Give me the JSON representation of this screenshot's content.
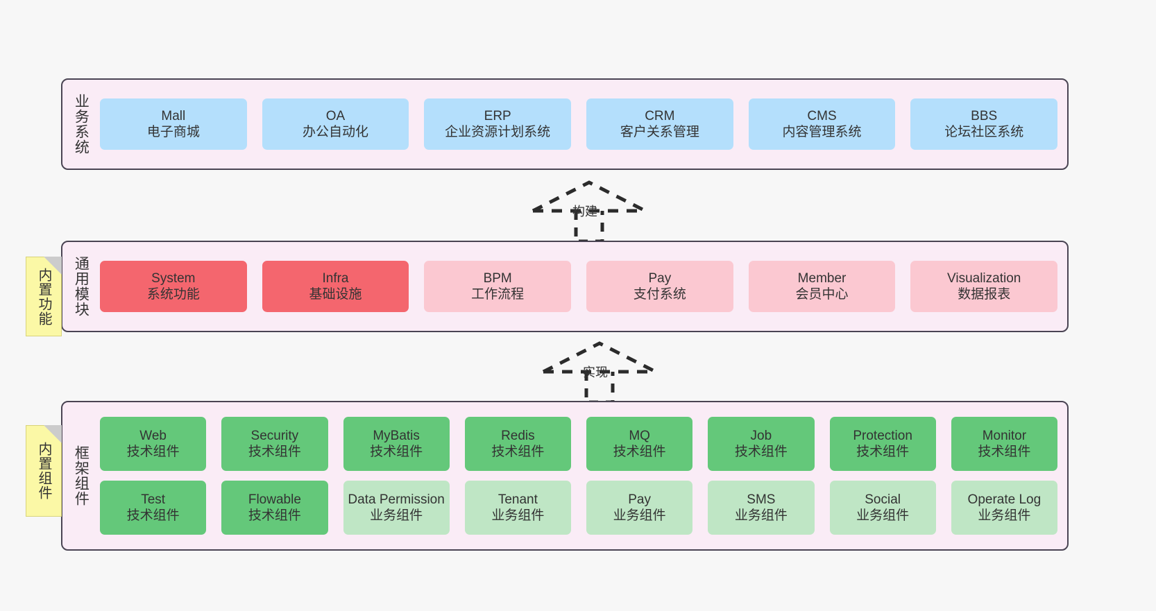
{
  "diagram": {
    "background_color": "#f7f7f7",
    "layer_fill": "#faecf6",
    "layer_border": "#4a4453",
    "note_fill": "#fbf8a6"
  },
  "notes": [
    {
      "id": "builtin-function",
      "text": "内置功能"
    },
    {
      "id": "builtin-component",
      "text": "内置组件"
    }
  ],
  "connectors": [
    {
      "id": "build",
      "label": "构建",
      "style": "dashed-generalization",
      "direction": "up"
    },
    {
      "id": "implement",
      "label": "实现",
      "style": "dashed-generalization",
      "direction": "up"
    }
  ],
  "layers": [
    {
      "id": "business-system",
      "title": "业务系统",
      "color": "#b4dffc",
      "rows": [
        {
          "cells": [
            {
              "name": "Mall",
              "desc": "电子商城",
              "color": "#b4dffc"
            },
            {
              "name": "OA",
              "desc": "办公自动化",
              "color": "#b4dffc"
            },
            {
              "name": "ERP",
              "desc": "企业资源计划系统",
              "color": "#b4dffc"
            },
            {
              "name": "CRM",
              "desc": "客户关系管理",
              "color": "#b4dffc"
            },
            {
              "name": "CMS",
              "desc": "内容管理系统",
              "color": "#b4dffc"
            },
            {
              "name": "BBS",
              "desc": "论坛社区系统",
              "color": "#b4dffc"
            }
          ]
        }
      ]
    },
    {
      "id": "common-module",
      "title": "通用模块",
      "rows": [
        {
          "cells": [
            {
              "name": "System",
              "desc": "系统功能",
              "color": "#f4666e"
            },
            {
              "name": "Infra",
              "desc": "基础设施",
              "color": "#f4666e"
            },
            {
              "name": "BPM",
              "desc": "工作流程",
              "color": "#fbc8d1"
            },
            {
              "name": "Pay",
              "desc": "支付系统",
              "color": "#fbc8d1"
            },
            {
              "name": "Member",
              "desc": "会员中心",
              "color": "#fbc8d1"
            },
            {
              "name": "Visualization",
              "desc": "数据报表",
              "color": "#fbc8d1"
            }
          ]
        }
      ]
    },
    {
      "id": "framework-component",
      "title": "框架组件",
      "rows": [
        {
          "cells": [
            {
              "name": "Web",
              "desc": "技术组件",
              "color": "#64c87a"
            },
            {
              "name": "Security",
              "desc": "技术组件",
              "color": "#64c87a"
            },
            {
              "name": "MyBatis",
              "desc": "技术组件",
              "color": "#64c87a"
            },
            {
              "name": "Redis",
              "desc": "技术组件",
              "color": "#64c87a"
            },
            {
              "name": "MQ",
              "desc": "技术组件",
              "color": "#64c87a"
            },
            {
              "name": "Job",
              "desc": "技术组件",
              "color": "#64c87a"
            },
            {
              "name": "Protection",
              "desc": "技术组件",
              "color": "#64c87a"
            },
            {
              "name": "Monitor",
              "desc": "技术组件",
              "color": "#64c87a"
            }
          ]
        },
        {
          "cells": [
            {
              "name": "Test",
              "desc": "技术组件",
              "color": "#64c87a"
            },
            {
              "name": "Flowable",
              "desc": "技术组件",
              "color": "#64c87a"
            },
            {
              "name": "Data Permission",
              "desc": "业务组件",
              "color": "#bfe6c5"
            },
            {
              "name": "Tenant",
              "desc": "业务组件",
              "color": "#bfe6c5"
            },
            {
              "name": "Pay",
              "desc": "业务组件",
              "color": "#bfe6c5"
            },
            {
              "name": "SMS",
              "desc": "业务组件",
              "color": "#bfe6c5"
            },
            {
              "name": "Social",
              "desc": "业务组件",
              "color": "#bfe6c5"
            },
            {
              "name": "Operate Log",
              "desc": "业务组件",
              "color": "#bfe6c5"
            }
          ]
        }
      ]
    }
  ]
}
